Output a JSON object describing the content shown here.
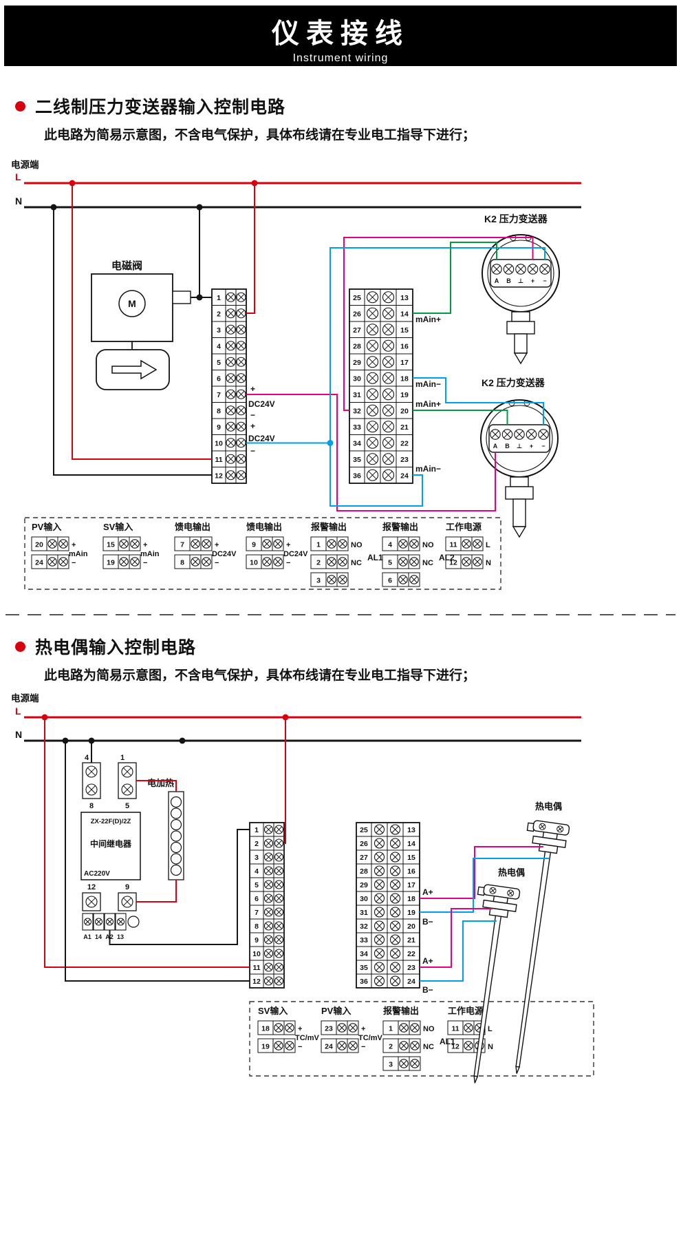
{
  "colors": {
    "header_bg": "#000000",
    "header_text": "#ffffff",
    "accent_red": "#d7000f",
    "wire_red": "#d7000f",
    "wire_black": "#141414",
    "wire_pink": "#e4007f",
    "wire_cyan": "#00a0e9",
    "wire_green": "#009944"
  },
  "header": {
    "title": "仪表接线",
    "subtitle": "Instrument wiring"
  },
  "section1": {
    "title": "二线制压力变送器输入控制电路",
    "note": "此电路为简易示意图，不含电气保护，具体布线请在专业电工指导下进行；",
    "power": {
      "label": "电源端",
      "l": "L",
      "n": "N"
    },
    "solenoid": {
      "label": "电磁阀",
      "motor": "M"
    },
    "left_block_numbers": [
      "1",
      "2",
      "3",
      "4",
      "5",
      "6",
      "7",
      "8",
      "9",
      "10",
      "11",
      "12"
    ],
    "right_block_left_numbers": [
      "25",
      "26",
      "27",
      "28",
      "29",
      "30",
      "31",
      "32",
      "33",
      "34",
      "35",
      "36"
    ],
    "right_block_right_numbers": [
      "13",
      "14",
      "15",
      "16",
      "17",
      "18",
      "19",
      "20",
      "21",
      "22",
      "23",
      "24"
    ],
    "left_labels": [
      "+",
      "DC24V",
      "−",
      "+",
      "DC24V",
      "−"
    ],
    "right_labels": [
      "mAin+",
      "mAin−",
      "mAin+",
      "mAin−"
    ],
    "transmitter1": {
      "label": "K2 压力变送器",
      "terminals": [
        "A",
        "B",
        "⊥",
        "+",
        "−"
      ]
    },
    "transmitter2": {
      "label": "K2 压力变送器",
      "terminals": [
        "A",
        "B",
        "⊥",
        "+",
        "−"
      ]
    },
    "legend": [
      {
        "title": "PV输入",
        "rows": [
          {
            "num": "20",
            "tag": "+"
          },
          {
            "num": "24",
            "tag": "−"
          }
        ],
        "mid": "mAin"
      },
      {
        "title": "SV输入",
        "rows": [
          {
            "num": "15",
            "tag": "+"
          },
          {
            "num": "19",
            "tag": "−"
          }
        ],
        "mid": "mAin"
      },
      {
        "title": "馈电输出",
        "rows": [
          {
            "num": "7",
            "tag": "+"
          },
          {
            "num": "8",
            "tag": "−"
          }
        ],
        "mid": "DC24V"
      },
      {
        "title": "馈电输出",
        "rows": [
          {
            "num": "9",
            "tag": "+"
          },
          {
            "num": "10",
            "tag": "−"
          }
        ],
        "mid": "DC24V"
      },
      {
        "title": "报警输出",
        "rows": [
          {
            "num": "1",
            "tag": "NO"
          },
          {
            "num": "2",
            "tag": "NC"
          },
          {
            "num": "3",
            "tag": ""
          }
        ],
        "side": "AL1"
      },
      {
        "title": "报警输出",
        "rows": [
          {
            "num": "4",
            "tag": "NO"
          },
          {
            "num": "5",
            "tag": "NC"
          },
          {
            "num": "6",
            "tag": ""
          }
        ],
        "side": "AL2"
      },
      {
        "title": "工作电源",
        "rows": [
          {
            "num": "11",
            "tag": "L"
          },
          {
            "num": "12",
            "tag": "N"
          }
        ]
      }
    ]
  },
  "section2": {
    "title": "热电偶输入控制电路",
    "note": "此电路为简易示意图，不含电气保护，具体布线请在专业电工指导下进行；",
    "power": {
      "label": "电源端",
      "l": "L",
      "n": "N"
    },
    "relay": {
      "model": "ZX-22F(D)/2Z",
      "name": "中间继电器",
      "voltage": "AC220V",
      "top_labels": [
        "4",
        "1"
      ],
      "mid_labels": [
        "8",
        "5"
      ],
      "low_labels": [
        "12",
        "9"
      ],
      "bottom_labels": [
        "A1",
        "14",
        "A2",
        "13"
      ]
    },
    "heater": {
      "label": "电加热"
    },
    "left_block_numbers": [
      "1",
      "2",
      "3",
      "4",
      "5",
      "6",
      "7",
      "8",
      "9",
      "10",
      "11",
      "12"
    ],
    "right_block_left_numbers": [
      "25",
      "26",
      "27",
      "28",
      "29",
      "30",
      "31",
      "32",
      "33",
      "34",
      "35",
      "36"
    ],
    "right_block_right_numbers": [
      "13",
      "14",
      "15",
      "16",
      "17",
      "18",
      "19",
      "20",
      "21",
      "22",
      "23",
      "24"
    ],
    "right_labels": [
      "A+",
      "B−",
      "A+",
      "B−"
    ],
    "thermocouple1": {
      "label": "热电偶"
    },
    "thermocouple2": {
      "label": "热电偶"
    },
    "legend": [
      {
        "title": "SV输入",
        "rows": [
          {
            "num": "18",
            "tag": "+"
          },
          {
            "num": "19",
            "tag": "−"
          }
        ],
        "mid": "TC/mV"
      },
      {
        "title": "PV输入",
        "rows": [
          {
            "num": "23",
            "tag": "+"
          },
          {
            "num": "24",
            "tag": "−"
          }
        ],
        "mid": "TC/mV"
      },
      {
        "title": "报警输出",
        "rows": [
          {
            "num": "1",
            "tag": "NO"
          },
          {
            "num": "2",
            "tag": "NC"
          },
          {
            "num": "3",
            "tag": ""
          }
        ],
        "side": "AL1"
      },
      {
        "title": "工作电源",
        "rows": [
          {
            "num": "11",
            "tag": "L"
          },
          {
            "num": "12",
            "tag": "N"
          }
        ]
      }
    ]
  }
}
